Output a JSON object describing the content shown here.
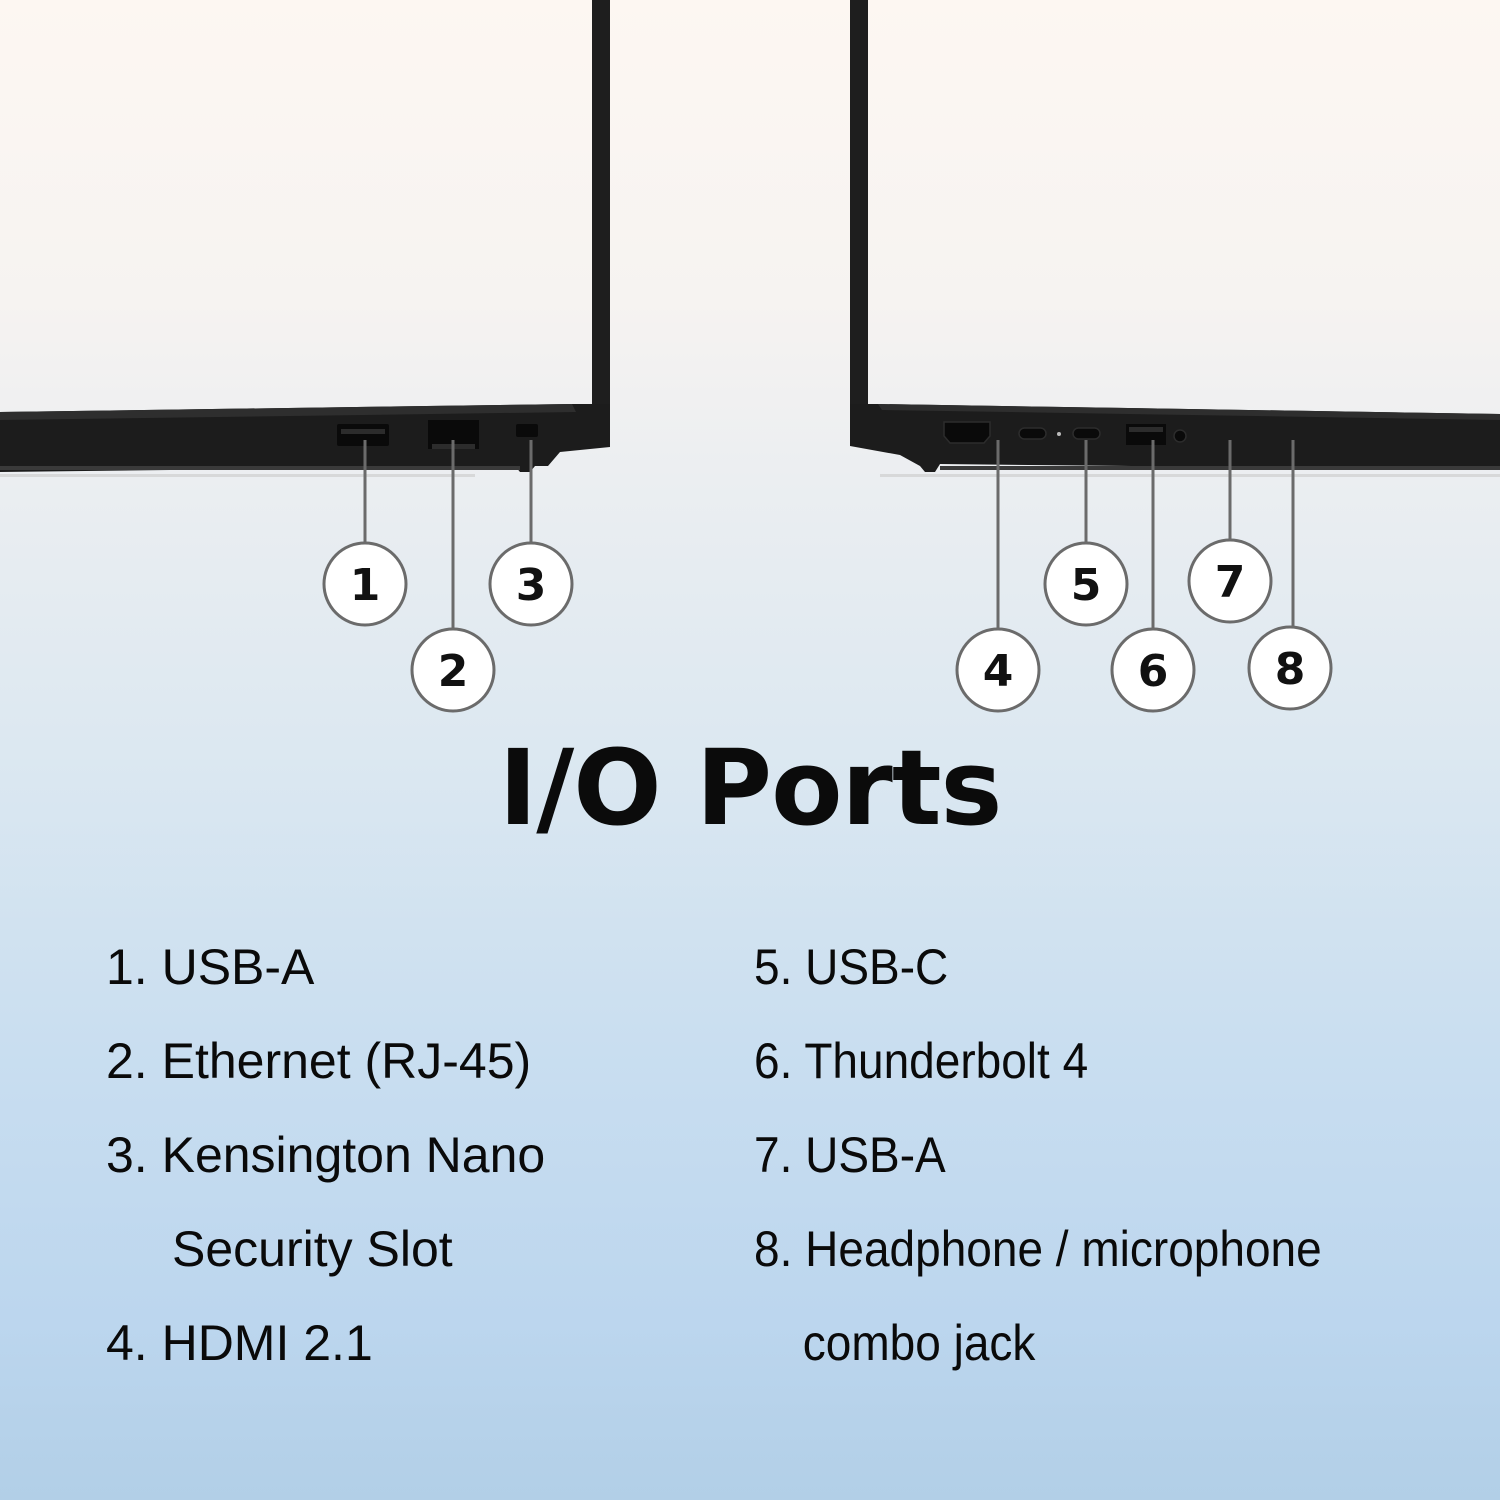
{
  "title": "I/O Ports",
  "colors": {
    "laptop_body": "#1c1c1c",
    "callout_line": "#6b6b6b",
    "callout_fill": "#ffffff",
    "text": "#0a0a0a"
  },
  "left_side": {
    "callouts": [
      {
        "number": "1",
        "label": "USB-A"
      },
      {
        "number": "2",
        "label": "Ethernet (RJ-45)"
      },
      {
        "number": "3",
        "label": "Kensington Nano Security Slot"
      }
    ]
  },
  "right_side": {
    "callouts": [
      {
        "number": "4",
        "label": "HDMI 2.1"
      },
      {
        "number": "5",
        "label": "USB-C"
      },
      {
        "number": "6",
        "label": "Thunderbolt 4"
      },
      {
        "number": "7",
        "label": "USB-A"
      },
      {
        "number": "8",
        "label": "Headphone / microphone combo jack"
      }
    ]
  },
  "legend": {
    "left_column": [
      {
        "text": "1. USB-A"
      },
      {
        "text": "2. Ethernet (RJ-45)"
      },
      {
        "text": "3. Kensington Nano"
      },
      {
        "text": "Security Slot",
        "continuation": true
      },
      {
        "text": "4. HDMI 2.1"
      }
    ],
    "right_column": [
      {
        "text": "5. USB-C"
      },
      {
        "text": "6. Thunderbolt 4"
      },
      {
        "text": "7. USB-A"
      },
      {
        "text": "8. Headphone / microphone"
      },
      {
        "text": "combo jack",
        "continuation": true
      }
    ]
  }
}
